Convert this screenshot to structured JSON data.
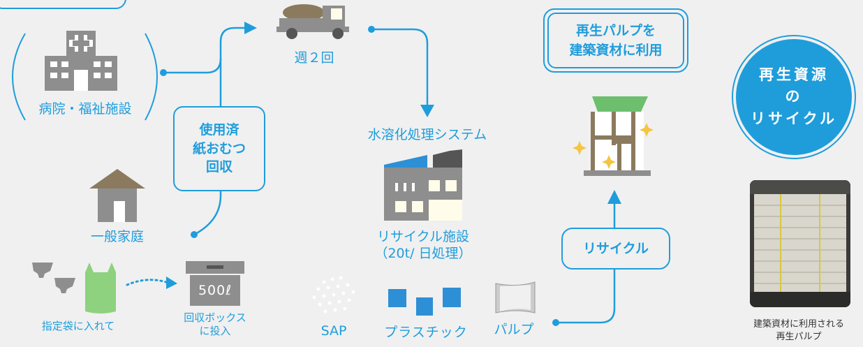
{
  "colors": {
    "accent": "#1f9ddb",
    "icon_gray": "#8e8e8e",
    "roof_brown": "#8b7a5e",
    "roof_green": "#6dbf6d",
    "bag_green": "#8ed17e",
    "factory_blue": "#2d8fd5"
  },
  "sources": {
    "hospital_label": "病院・福祉施設",
    "household_label": "一般家庭"
  },
  "collection_box": "使用済\n紙おむつ\n回収",
  "truck": {
    "label": "週２回"
  },
  "process": {
    "system_label": "水溶化処理システム",
    "facility_label": "リサイクル施設\n（20t/ 日処理）"
  },
  "bottom": {
    "bag_label": "指定袋に入れて",
    "box_display": "500ℓ",
    "box_label": "回収ボックス\nに投入"
  },
  "outputs": {
    "sap": "SAP",
    "plastic": "プラスチック",
    "pulp": "パルプ"
  },
  "recycle_box": "リサイクル",
  "pulp_use_box": "再生パルプを\n建築資材に利用",
  "circle_label": "再生資源\nの\nリサイクル",
  "photo_caption": "建築資材に利用される\n再生パルプ",
  "icons": [
    "hospital-icon",
    "house-icon",
    "truck-icon",
    "factory-icon",
    "diaper-icon",
    "bag-icon",
    "collection-box-icon",
    "sap-icon",
    "plastic-icon",
    "pulp-icon",
    "building-icon"
  ]
}
